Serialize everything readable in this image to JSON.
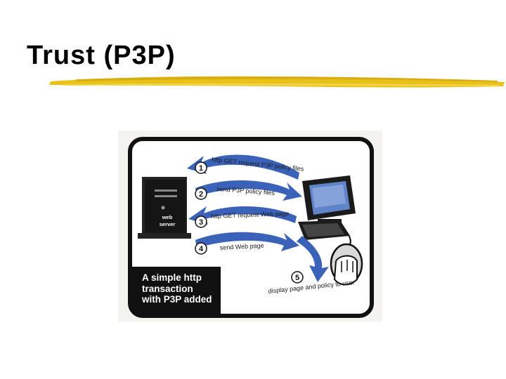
{
  "title": "Trust (P3P)",
  "colors": {
    "accent_yellow": "#e8c21a",
    "arrow_blue": "#3a62b8",
    "frame_black": "#111111",
    "panel_bg": "#f4f3ef"
  },
  "diagram": {
    "server_label_line1": "web",
    "server_label_line2": "server",
    "steps": [
      {
        "num": "1",
        "label": "http GET request P3P policy files",
        "direction": "to-server"
      },
      {
        "num": "2",
        "label": "send P3P policy files",
        "direction": "to-client"
      },
      {
        "num": "3",
        "label": "http GET request Web page",
        "direction": "to-server"
      },
      {
        "num": "4",
        "label": "send Web page",
        "direction": "to-client"
      },
      {
        "num": "5",
        "label": "display page and policy to user",
        "direction": "to-user"
      }
    ],
    "caption": {
      "line1": "A simple http",
      "line2": "transaction",
      "line3": "with P3P added"
    },
    "icons": [
      "web-server-icon",
      "computer-monitor-icon",
      "keyboard-icon",
      "mouse-hand-icon"
    ]
  }
}
